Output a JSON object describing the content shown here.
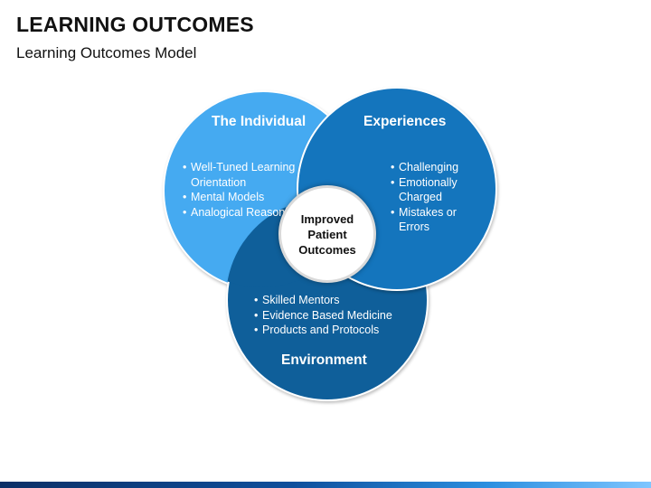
{
  "header": {
    "title": "LEARNING OUTCOMES",
    "subtitle": "Learning Outcomes Model"
  },
  "diagram": {
    "center": {
      "lines": [
        "Improved",
        "Patient",
        "Outcomes"
      ]
    },
    "individual": {
      "heading": "The Individual",
      "color": "#45aaf1",
      "bullets": [
        "Well-Tuned Learning Orientation",
        "Mental Models",
        "Analogical Reasoning"
      ]
    },
    "experiences": {
      "heading": "Experiences",
      "color": "#1475bd",
      "bullets": [
        "Challenging",
        "Emotionally Charged",
        "Mistakes or Errors"
      ]
    },
    "environment": {
      "heading": "Environment",
      "color": "#0f5f9a",
      "bullets": [
        "Skilled Mentors",
        "Evidence Based Medicine",
        "Products and Protocols"
      ]
    }
  }
}
